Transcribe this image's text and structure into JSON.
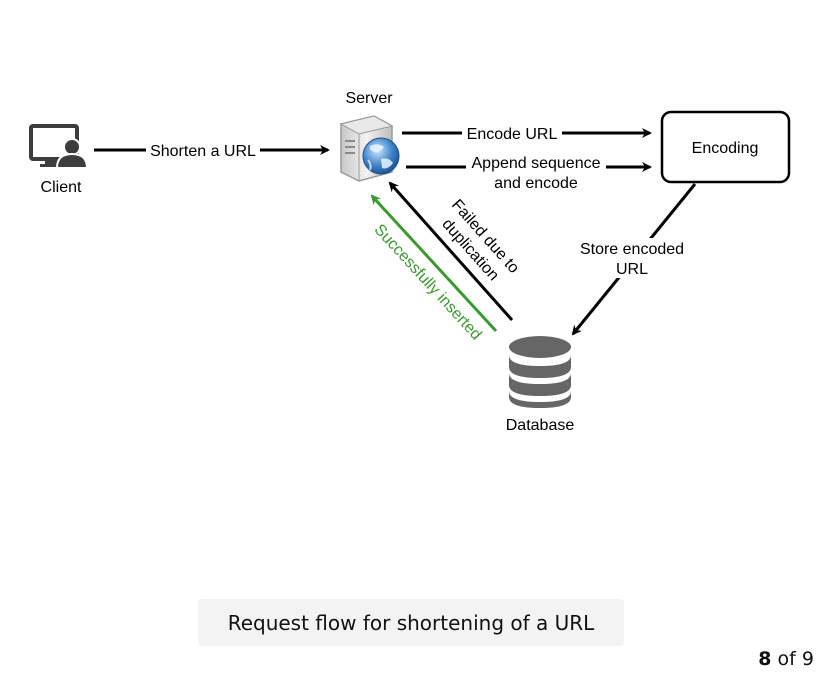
{
  "nodes": {
    "client": "Client",
    "server": "Server",
    "encoding": "Encoding",
    "database": "Database"
  },
  "edges": {
    "shorten": "Shorten a URL",
    "encode_url": "Encode URL",
    "append_line1": "Append sequence",
    "append_line2": "and encode",
    "store_line1": "Store encoded",
    "store_line2": "URL",
    "failed_line1": "Failed due to",
    "failed_line2": "duplication",
    "success": "Successfully inserted"
  },
  "caption": "Request flow for shortening of a URL",
  "pager": {
    "current": "8",
    "of": "of",
    "total": "9"
  },
  "colors": {
    "success": "#3a9a2f",
    "arrow": "#000000",
    "database": "#666666",
    "client_icon": "#3d3d3d"
  }
}
